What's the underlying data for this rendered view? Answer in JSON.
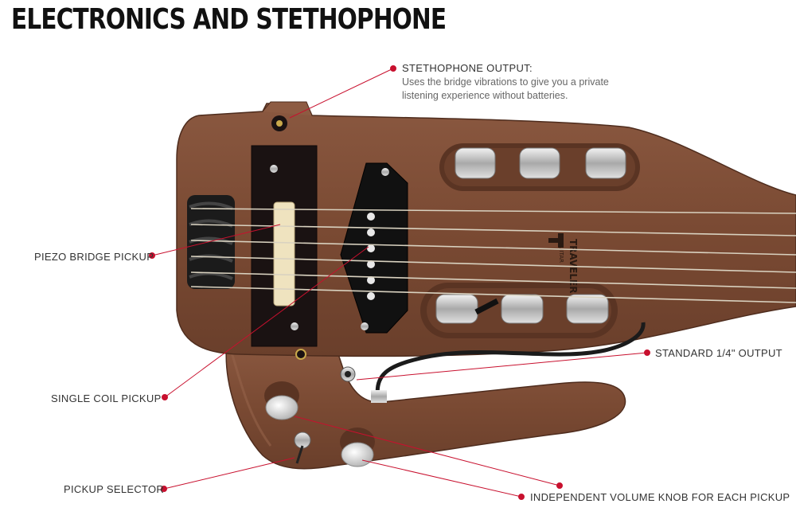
{
  "title": "ELECTRONICS AND STETHOPHONE",
  "callouts": {
    "stethophone": {
      "label": "STETHOPHONE OUTPUT:",
      "description": "Uses the bridge vibrations to give you a private listening experience without batteries."
    },
    "piezo": {
      "label": "PIEZO BRIDGE PICKUP"
    },
    "single_coil": {
      "label": "SINGLE COIL PICKUP"
    },
    "selector": {
      "label": "PICKUP SELECTOR"
    },
    "output": {
      "label": "STANDARD 1/4\" OUTPUT"
    },
    "volume": {
      "label": "INDEPENDENT VOLUME KNOB FOR EACH PICKUP"
    }
  },
  "brand": {
    "name": "TRAVELER",
    "sub": "GUITAR"
  },
  "colors": {
    "accent": "#c8102e",
    "wood": "#7a4a33",
    "wood_dark": "#5a3423",
    "fretboard": "#2a1e1a"
  }
}
